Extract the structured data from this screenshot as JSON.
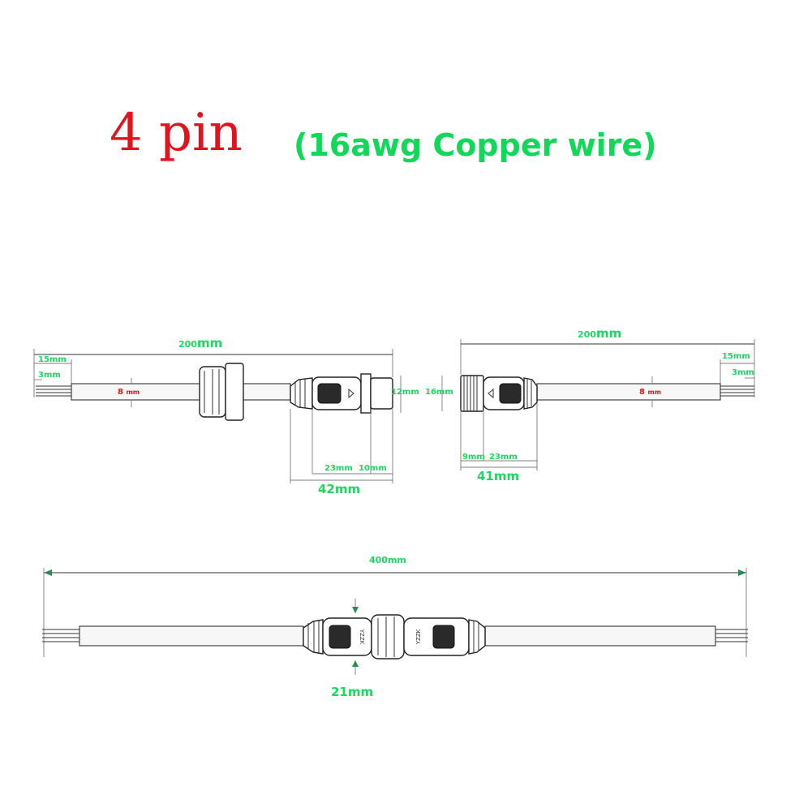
{
  "title": {
    "main": "4 pin",
    "sub": "(16awg Copper wire)"
  },
  "colors": {
    "title_main": "#e0141e",
    "title_sub": "#12d85a",
    "dimension_green": "#1ed760",
    "dimension_red": "#e01818"
  },
  "left_assembly": {
    "total_length_num": "200",
    "total_length_unit": "mm",
    "strip_length": "15mm",
    "pin_length": "3mm",
    "cable_diameter_num": "8",
    "cable_diameter_unit": "mm",
    "tip_diameter": "12mm",
    "body_length_a": "23mm",
    "body_length_b": "10mm",
    "connector_length": "42mm"
  },
  "right_assembly": {
    "total_length_num": "200",
    "total_length_unit": "mm",
    "strip_length": "15mm",
    "pin_length": "3mm",
    "cable_diameter_num": "8",
    "cable_diameter_unit": "mm",
    "thread_diameter": "16mm",
    "body_length_a": "9mm",
    "body_length_b": "23mm",
    "connector_length": "41mm"
  },
  "bottom_assembly": {
    "total_length": "400mm",
    "connector_diameter": "21mm",
    "marking": "YZZK"
  }
}
